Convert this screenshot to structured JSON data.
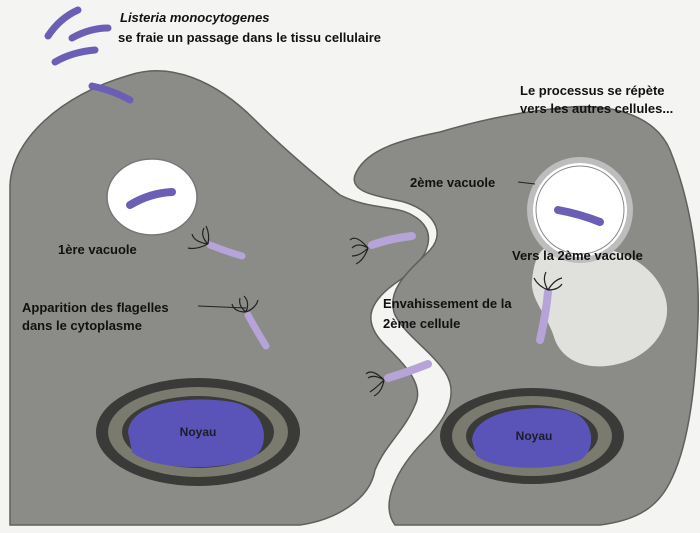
{
  "title": {
    "line1": "Listeria monocytogenes",
    "line2": "se fraie un passage dans le tissu cellulaire"
  },
  "labels": {
    "vacuole1": "1ère vacuole",
    "flagella_line1": "Apparition des flagelles",
    "flagella_line2": "dans le cytoplasme",
    "invasion_line1": "Envahissement de la",
    "invasion_line2": "2ème cellule",
    "vacuole2": "2ème vacuole",
    "to_vacuole2": "Vers la 2ème vacuole",
    "repeat_line1": "Le processus se répète",
    "repeat_line2": "vers les autres cellules...",
    "nucleus_left": "Noyau",
    "nucleus_right": "Noyau"
  },
  "colors": {
    "cell": "#8b8b88",
    "cell_edge": "#5f5f5c",
    "background": "#f4f4f2",
    "bacterium": "#6a5fb5",
    "bacterium_pale": "#b6a4d8",
    "nucleus_outer": "#3a3a38",
    "nucleus_mid": "#7a7a6e",
    "nucleus_core": "#5a54b8",
    "vacuole": "#ffffff",
    "clear_zone": "#e9e9e6"
  }
}
